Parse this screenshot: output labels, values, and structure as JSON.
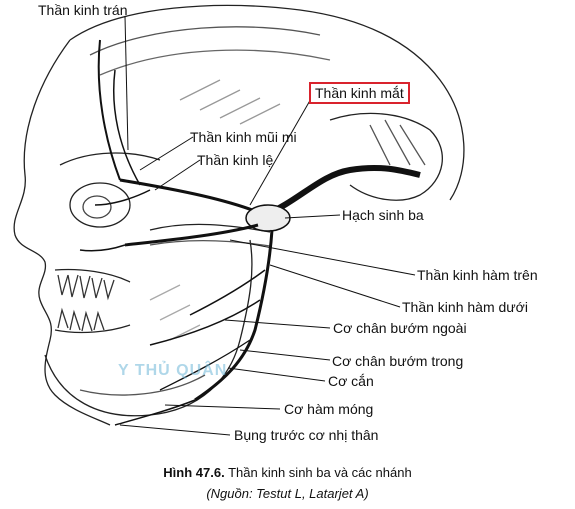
{
  "figure": {
    "labels": {
      "frontal": "Thần kinh trán",
      "ophthalmic": "Thần kinh mắt",
      "nasociliary": "Thần kinh mũi mi",
      "lacrimal": "Thần kinh lệ",
      "trigeminal_ganglion": "Hạch sinh ba",
      "maxillary": "Thần kinh hàm trên",
      "mandibular": "Thần kinh hàm dưới",
      "lateral_pterygoid": "Cơ chân bướm ngoài",
      "medial_pterygoid": "Cơ chân bướm trong",
      "masseter": "Cơ cắn",
      "mylohyoid": "Cơ hàm móng",
      "digastric_anterior": "Bụng trước cơ nhị thân"
    },
    "highlight_color": "#d9232d",
    "watermark": "Y THỦ QUÂN"
  },
  "caption": {
    "number": "Hình 47.6.",
    "text": "Thần kinh sinh ba và các nhánh",
    "source": "(Nguồn: Testut L, Latarjet A)"
  }
}
